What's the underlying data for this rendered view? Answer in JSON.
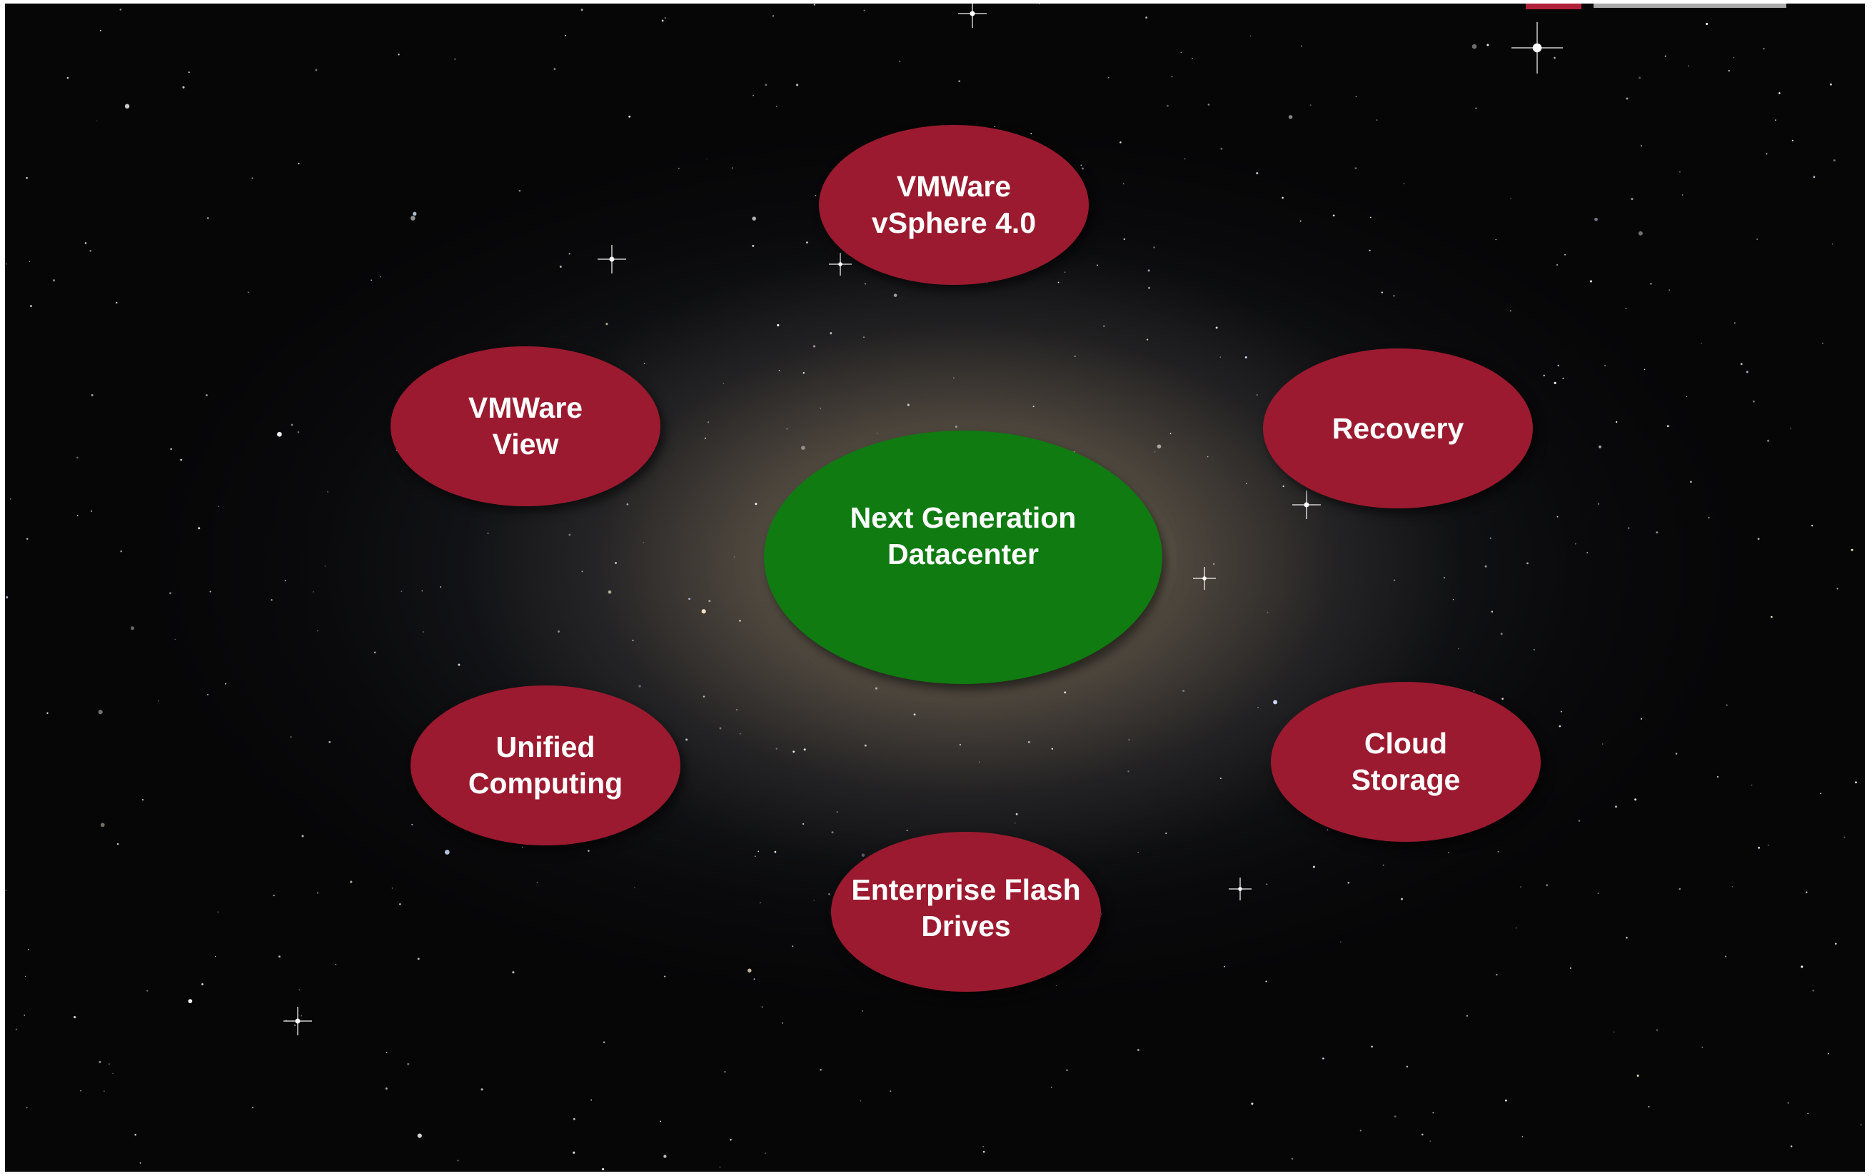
{
  "diagram": {
    "center": {
      "label": "Next Generation\nDatacenter",
      "color": "#0f7b11"
    },
    "satellites": [
      {
        "id": "vsphere",
        "label": "VMWare\nvSphere 4.0"
      },
      {
        "id": "view",
        "label": "VMWare\nView"
      },
      {
        "id": "recovery",
        "label": "Recovery"
      },
      {
        "id": "unified",
        "label": "Unified\nComputing"
      },
      {
        "id": "cloud",
        "label": "Cloud\nStorage"
      },
      {
        "id": "flash",
        "label": "Enterprise Flash\nDrives"
      }
    ],
    "satellite_color": "#9b1a2f",
    "background": "galaxy-starfield-image"
  }
}
